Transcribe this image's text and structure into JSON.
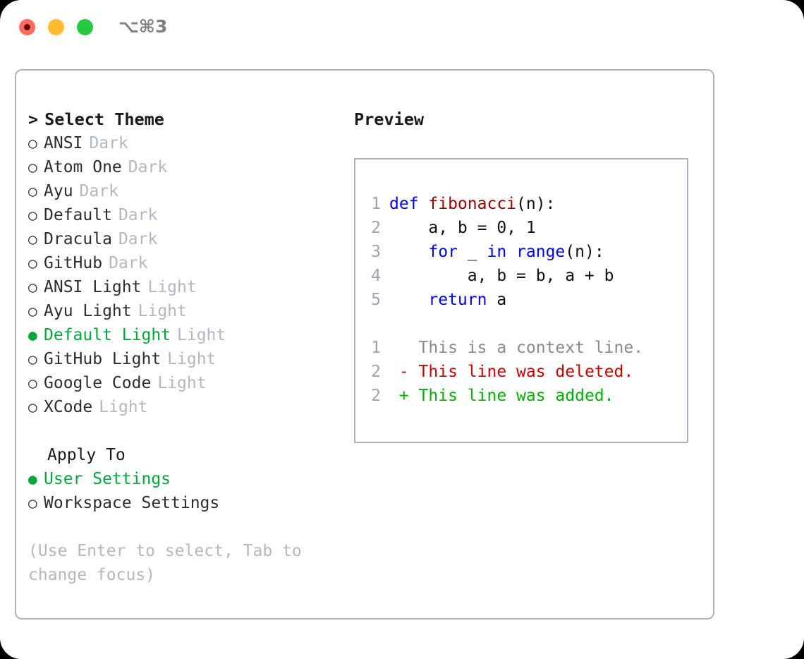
{
  "titlebar": {
    "shortcut": "⌥⌘3",
    "lights": [
      {
        "name": "close",
        "color": "#ff6b60"
      },
      {
        "name": "minimize",
        "color": "#ffbd2e"
      },
      {
        "name": "zoom",
        "color": "#28c840"
      }
    ]
  },
  "theme_picker": {
    "header": "Select Theme",
    "caret": ">",
    "marker_on": "●",
    "marker_off": "○",
    "items": [
      {
        "name": "ANSI",
        "category": "Dark",
        "selected": false
      },
      {
        "name": "Atom One",
        "category": "Dark",
        "selected": false
      },
      {
        "name": "Ayu",
        "category": "Dark",
        "selected": false
      },
      {
        "name": "Default",
        "category": "Dark",
        "selected": false
      },
      {
        "name": "Dracula",
        "category": "Dark",
        "selected": false
      },
      {
        "name": "GitHub",
        "category": "Dark",
        "selected": false
      },
      {
        "name": "ANSI Light",
        "category": "Light",
        "selected": false
      },
      {
        "name": "Ayu Light",
        "category": "Light",
        "selected": false
      },
      {
        "name": "Default Light",
        "category": "Light",
        "selected": true
      },
      {
        "name": "GitHub Light",
        "category": "Light",
        "selected": false
      },
      {
        "name": "Google Code",
        "category": "Light",
        "selected": false
      },
      {
        "name": "XCode",
        "category": "Light",
        "selected": false
      }
    ]
  },
  "apply_to": {
    "title": "Apply To",
    "options": [
      {
        "label": "User Settings",
        "selected": true
      },
      {
        "label": "Workspace Settings",
        "selected": false
      }
    ]
  },
  "hint": "(Use Enter to select, Tab to change focus)",
  "preview": {
    "title": "Preview",
    "code": [
      {
        "lineno": "1",
        "tokens": [
          {
            "t": "def ",
            "k": "kw"
          },
          {
            "t": "fibonacci",
            "k": "fn"
          },
          {
            "t": "(n):",
            "k": "plain"
          }
        ]
      },
      {
        "lineno": "2",
        "tokens": [
          {
            "t": "    a, b = 0, 1",
            "k": "plain"
          }
        ]
      },
      {
        "lineno": "3",
        "tokens": [
          {
            "t": "    ",
            "k": "plain"
          },
          {
            "t": "for",
            "k": "kw"
          },
          {
            "t": " _ ",
            "k": "plain"
          },
          {
            "t": "in",
            "k": "kw"
          },
          {
            "t": " ",
            "k": "plain"
          },
          {
            "t": "range",
            "k": "kw"
          },
          {
            "t": "(n):",
            "k": "plain"
          }
        ]
      },
      {
        "lineno": "4",
        "tokens": [
          {
            "t": "        a, b = b, a + b",
            "k": "plain"
          }
        ]
      },
      {
        "lineno": "5",
        "tokens": [
          {
            "t": "    ",
            "k": "plain"
          },
          {
            "t": "return",
            "k": "kw"
          },
          {
            "t": " a",
            "k": "plain"
          }
        ]
      }
    ],
    "diff": [
      {
        "lineno": "1",
        "marker": " ",
        "text": "This is a context line.",
        "kind": "ctx"
      },
      {
        "lineno": "2",
        "marker": "-",
        "text": "This line was deleted.",
        "kind": "del"
      },
      {
        "lineno": "2",
        "marker": "+",
        "text": "This line was added.",
        "kind": "add"
      }
    ]
  },
  "colors": {
    "accent_green": "#00a83c",
    "muted_gray": "#b0b8c2",
    "border": "#a9b3c0",
    "keyword_blue": "#0000ff",
    "function_red": "#a00000",
    "diff_add": "#00b200",
    "diff_del": "#cc0000",
    "diff_ctx": "#8a8a8a"
  }
}
